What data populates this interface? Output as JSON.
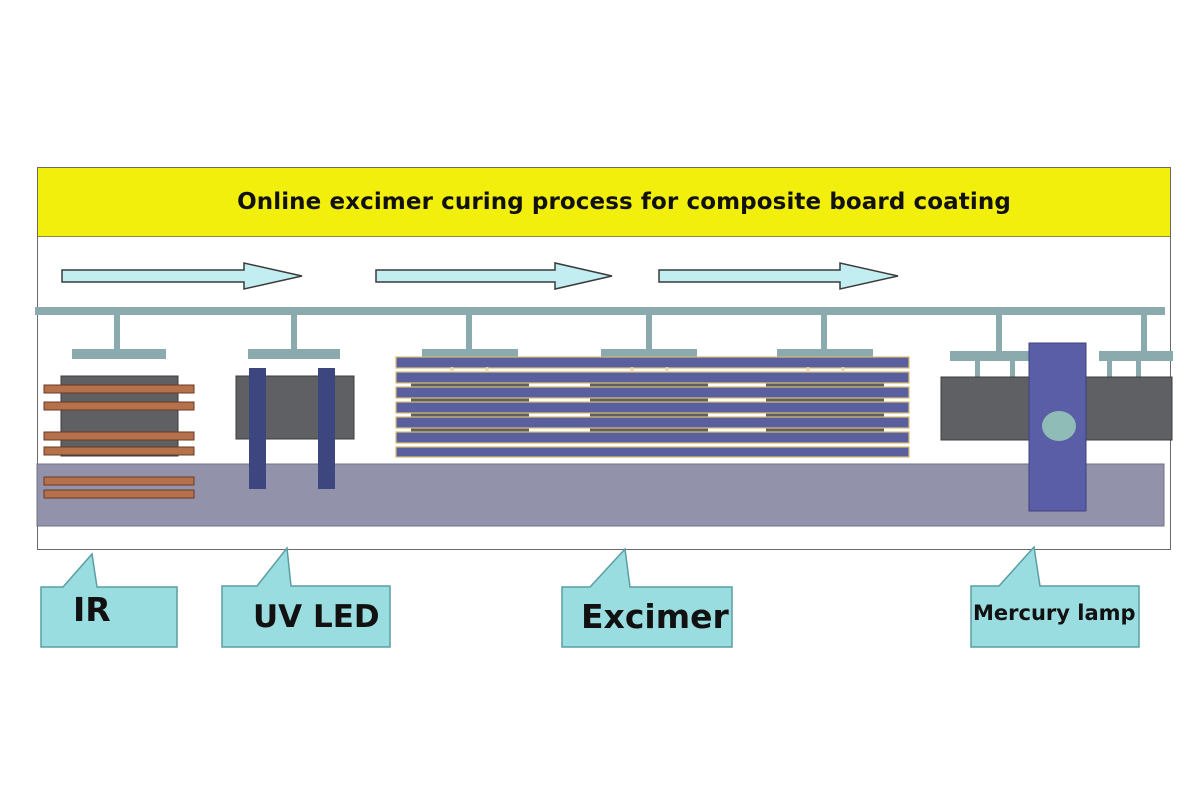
{
  "title": "Online excimer curing process for composite board coating",
  "stations": {
    "ir": "IR",
    "uv_led": "UV LED",
    "excimer": "Excimer",
    "mercury_lamp": "Mercury lamp"
  },
  "colors": {
    "title_bar": "#f3ef0d",
    "arrow_fill": "#c2eef2",
    "rail": "#8aaaae",
    "conveyor": "#9293aa",
    "ir_heater": "#b5704c",
    "lamp_body": "#5e6064",
    "uv_led_post": "#3e4680",
    "excimer_tube": "#5a5fa0",
    "mercury_column": "#5a5ea6",
    "callout_fill": "#9adde0"
  }
}
